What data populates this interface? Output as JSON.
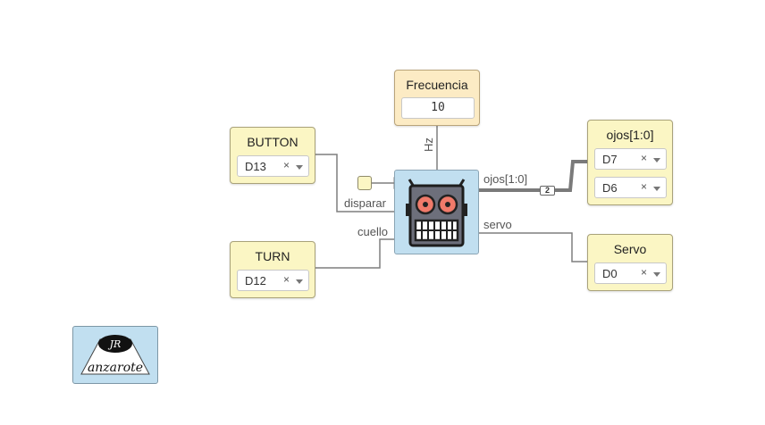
{
  "blocks": {
    "frecuencia": {
      "title": "Frecuencia",
      "value": "10"
    },
    "button": {
      "title": "BUTTON",
      "pin": "D13",
      "clear": "×"
    },
    "turn": {
      "title": "TURN",
      "pin": "D12",
      "clear": "×"
    },
    "ojos": {
      "title": "ojos[1:0]",
      "pins": [
        "D7",
        "D6"
      ],
      "clear": "×"
    },
    "servo": {
      "title": "Servo",
      "pin": "D0",
      "clear": "×"
    }
  },
  "module": {
    "ports": {
      "hz": "Hz",
      "disparar": "disparar",
      "cuello": "cuello",
      "ojos": "ojos[1:0]",
      "servo": "servo"
    },
    "bus_width": "2",
    "icon": "robot-icon"
  },
  "logo": {
    "text": "anzarote",
    "initials": "JR"
  }
}
